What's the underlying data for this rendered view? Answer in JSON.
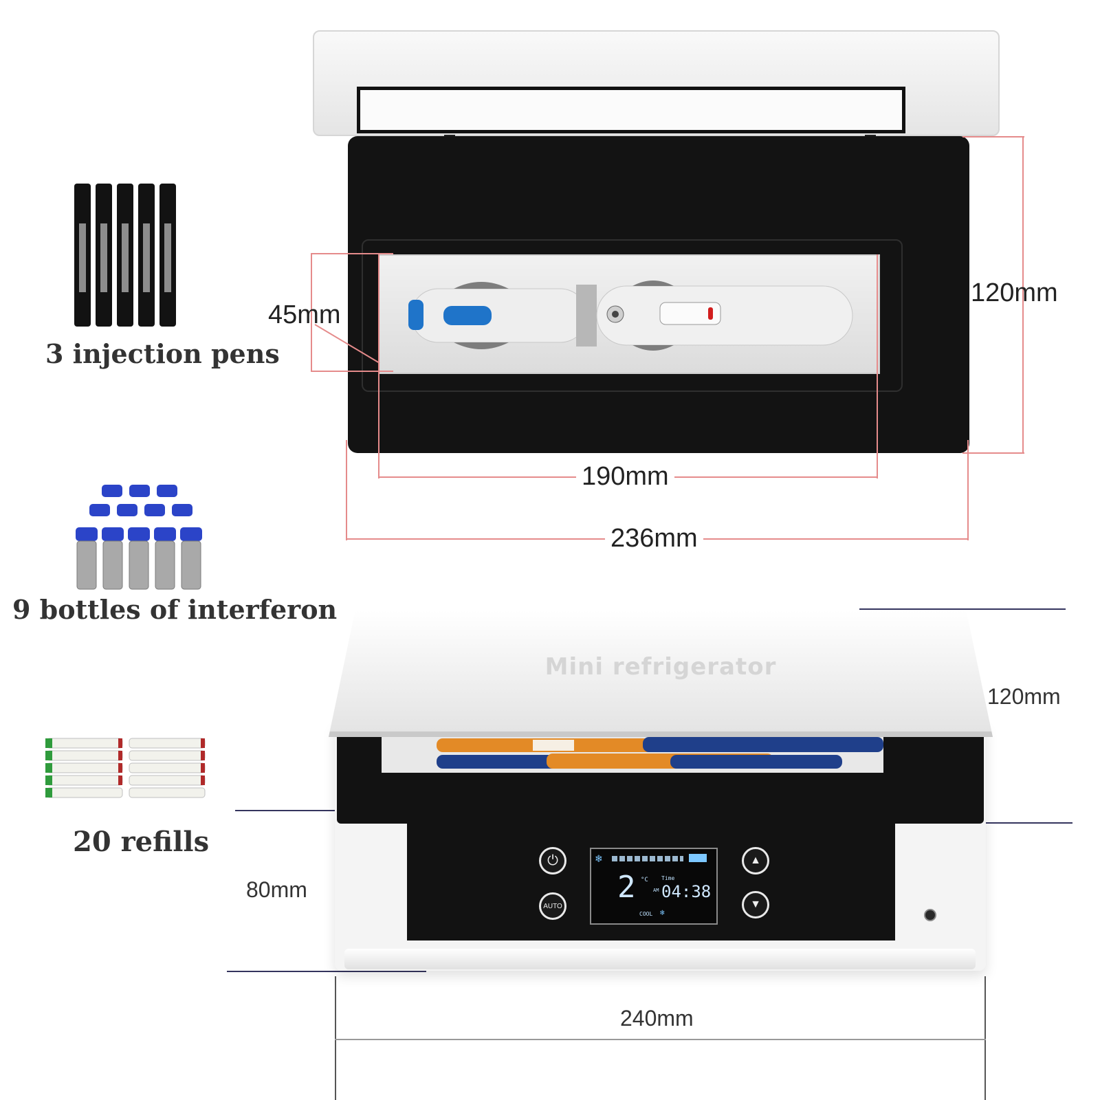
{
  "left_panel": {
    "pens_label": "3 injection pens",
    "vials_label": "9 bottles of interferon",
    "refills_label": "20 refills"
  },
  "top_view": {
    "dims": {
      "inner_height": "45mm",
      "outer_height": "120mm",
      "inner_width": "190mm",
      "outer_width": "236mm"
    }
  },
  "front_view": {
    "lid_text": "Mini refrigerator",
    "dims": {
      "depth": "120mm",
      "height": "80mm",
      "width": "240mm"
    },
    "display": {
      "temperature": "2",
      "temp_unit": "°C",
      "time_label": "Time",
      "am_label": "AM",
      "time": "04:38",
      "mode": "COOL"
    },
    "buttons": {
      "auto": "AUTO"
    }
  },
  "colors": {
    "body_black": "#131313",
    "tray_grey": "#e6e6e6",
    "dim_line_red": "#e58b8b",
    "pen_blue": "#1f74c9"
  }
}
